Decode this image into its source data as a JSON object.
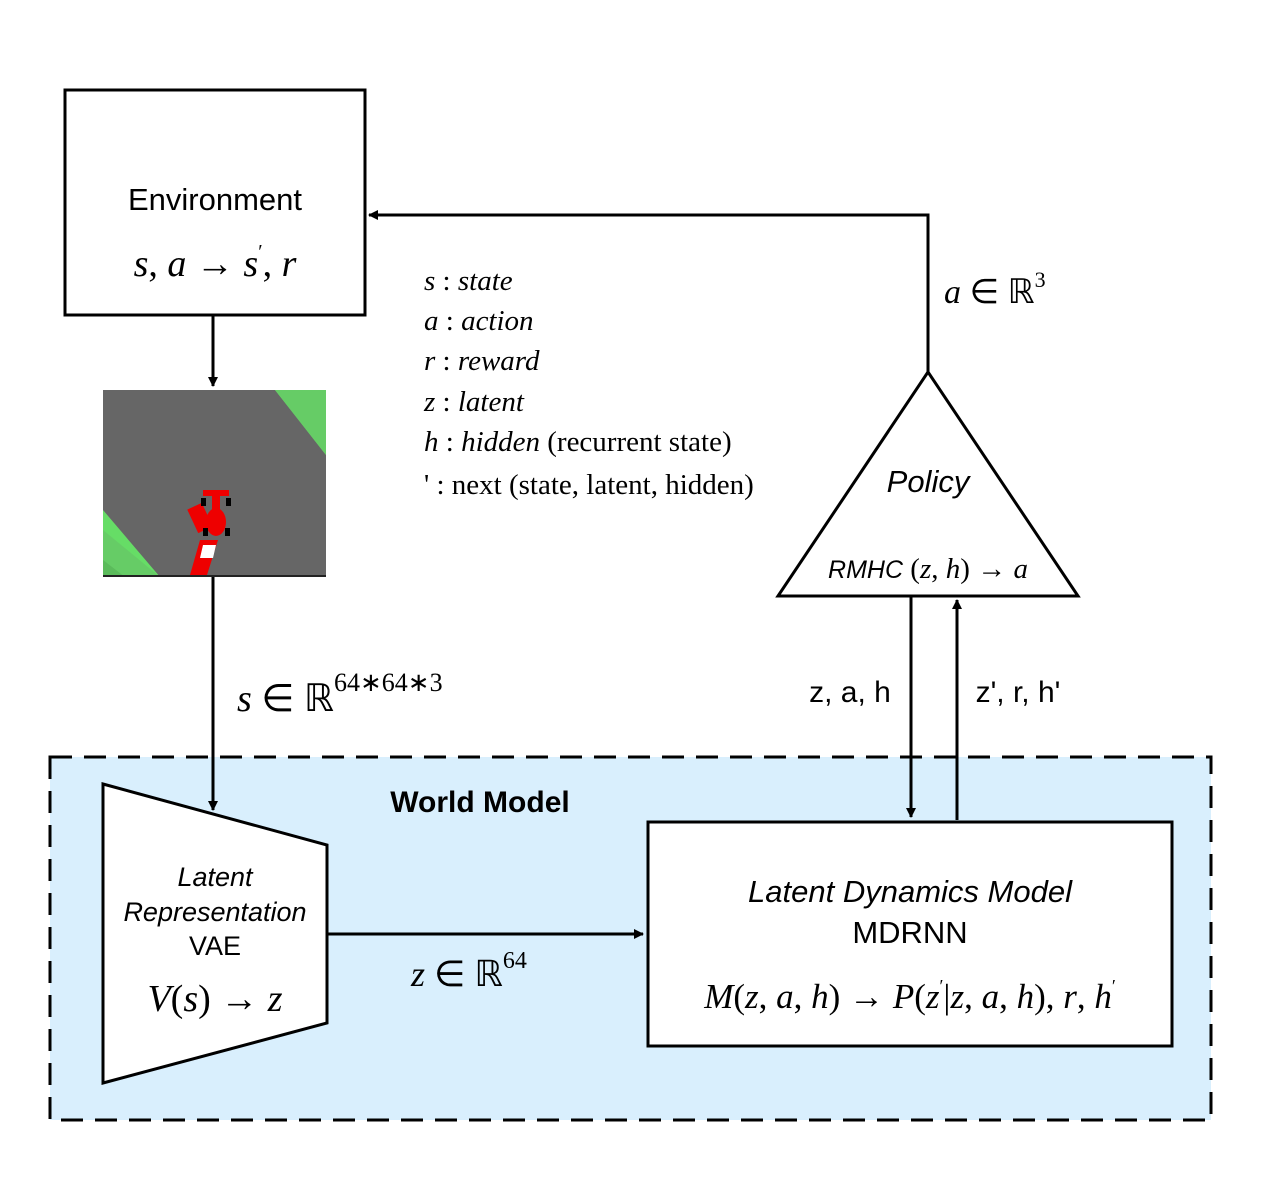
{
  "colors": {
    "world_model_fill": "#d9effd",
    "stroke": "#000000",
    "track_green": "#66dd66",
    "track_light_green": "#66cc66",
    "road_gray": "#666666",
    "car_red": "#ee0000",
    "car_white": "#ffffff"
  },
  "environment": {
    "title": "Environment",
    "f_s": "s",
    "f_comma1": ", ",
    "f_a": "a",
    "f_arrow": " → ",
    "f_s2": "s",
    "f_prime": "′",
    "f_comma2": ", ",
    "f_r": "r"
  },
  "frame": {
    "icon": "car-racing-frame"
  },
  "legend": [
    {
      "sym": "s",
      "sep": " : ",
      "desc": "state",
      "extra": ""
    },
    {
      "sym": "a",
      "sep": " : ",
      "desc": "action",
      "extra": ""
    },
    {
      "sym": "r",
      "sep": " : ",
      "desc": "reward",
      "extra": ""
    },
    {
      "sym": "z",
      "sep": " : ",
      "desc": "latent",
      "extra": ""
    },
    {
      "sym": "h",
      "sep": " : ",
      "desc": "hidden",
      "extra": " (recurrent state)"
    },
    {
      "sym": "'",
      "sep": "  : ",
      "desc": "",
      "extra": "next (state, latent, hidden)"
    }
  ],
  "action_label": {
    "var": "a",
    "in": " ∈ ",
    "set": "ℝ",
    "exp": "3"
  },
  "policy": {
    "title": "Policy",
    "rmhc": "RMHC",
    "f_open": " (",
    "f_z": "z",
    "f_comma": ", ",
    "f_h": "h",
    "f_close": ")",
    "f_arrow": " → ",
    "f_a": "a"
  },
  "obs_label": {
    "var": "s",
    "in": " ∈ ",
    "set": "ℝ",
    "exp": "64∗64∗3"
  },
  "to_policy": "z, a, h",
  "from_model": "z', r, h'",
  "world_model": {
    "title": "World Model"
  },
  "vae": {
    "line1": "Latent",
    "line2": "Representation",
    "line3": "VAE",
    "f_V": "V",
    "f_open": "(",
    "f_s": "s",
    "f_close": ")",
    "f_arrow": " → ",
    "f_z": "z"
  },
  "latent_label": {
    "var": "z",
    "in": " ∈ ",
    "set": "ℝ",
    "exp": "64"
  },
  "ldm": {
    "title": "Latent Dynamics Model",
    "subtitle": "MDRNN",
    "f_M": "M",
    "f_args_open": "(",
    "f_z": "z",
    "f_c1": ", ",
    "f_a": "a",
    "f_c2": ", ",
    "f_h": "h",
    "f_args_close": ")",
    "f_arrow": " → ",
    "f_P": "P",
    "f_p_open": "(",
    "f_z2": "z",
    "f_prime1": "′",
    "f_bar": "|",
    "f_z3": "z",
    "f_c3": ", ",
    "f_a2": "a",
    "f_c4": ", ",
    "f_h2": "h",
    "f_p_close": "), ",
    "f_r": "r",
    "f_c5": ", ",
    "f_h3": "h",
    "f_prime2": "′"
  }
}
